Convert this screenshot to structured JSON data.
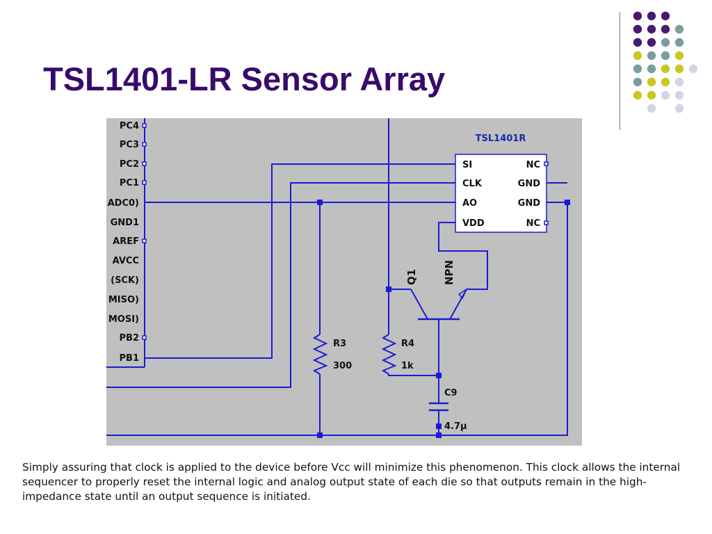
{
  "slide": {
    "title": "TSL1401-LR Sensor Array",
    "caption": "Simply assuring that clock is applied to the device before Vcc will minimize this phenomenon.  This clock allows the internal sequencer to properly reset the internal logic and analog output state of each die so that outputs remain in the high-impedance state until an output sequence is initiated."
  },
  "schematic": {
    "mcu_pins": [
      "PC4",
      "PC3",
      "PC2",
      "PC1",
      "ADC0)",
      "GND1",
      "AREF",
      "AVCC",
      "(SCK)",
      "MISO)",
      "MOSI)",
      "PB2",
      "PB1"
    ],
    "sensor_chip": {
      "name": "TSL1401R",
      "left_pins": [
        "SI",
        "CLK",
        "AO",
        "VDD"
      ],
      "right_pins": [
        "NC",
        "GND",
        "GND",
        "NC"
      ]
    },
    "transistor": {
      "ref": "Q1",
      "type": "NPN"
    },
    "r3": {
      "ref": "R3",
      "value": "300"
    },
    "r4": {
      "ref": "R4",
      "value": "1k"
    },
    "c9": {
      "ref": "C9",
      "value": "4.7µ"
    }
  },
  "colors": {
    "title": "#3a0a6b",
    "wire": "#1a1ad6",
    "schematic_bg": "#c0c0c0",
    "chip_label": "#1a2aa8",
    "decor_purple": "#4a1a70",
    "decor_teal": "#7a9e9e",
    "decor_yellow": "#c8c820",
    "decor_lavender": "#d4d4e4"
  }
}
